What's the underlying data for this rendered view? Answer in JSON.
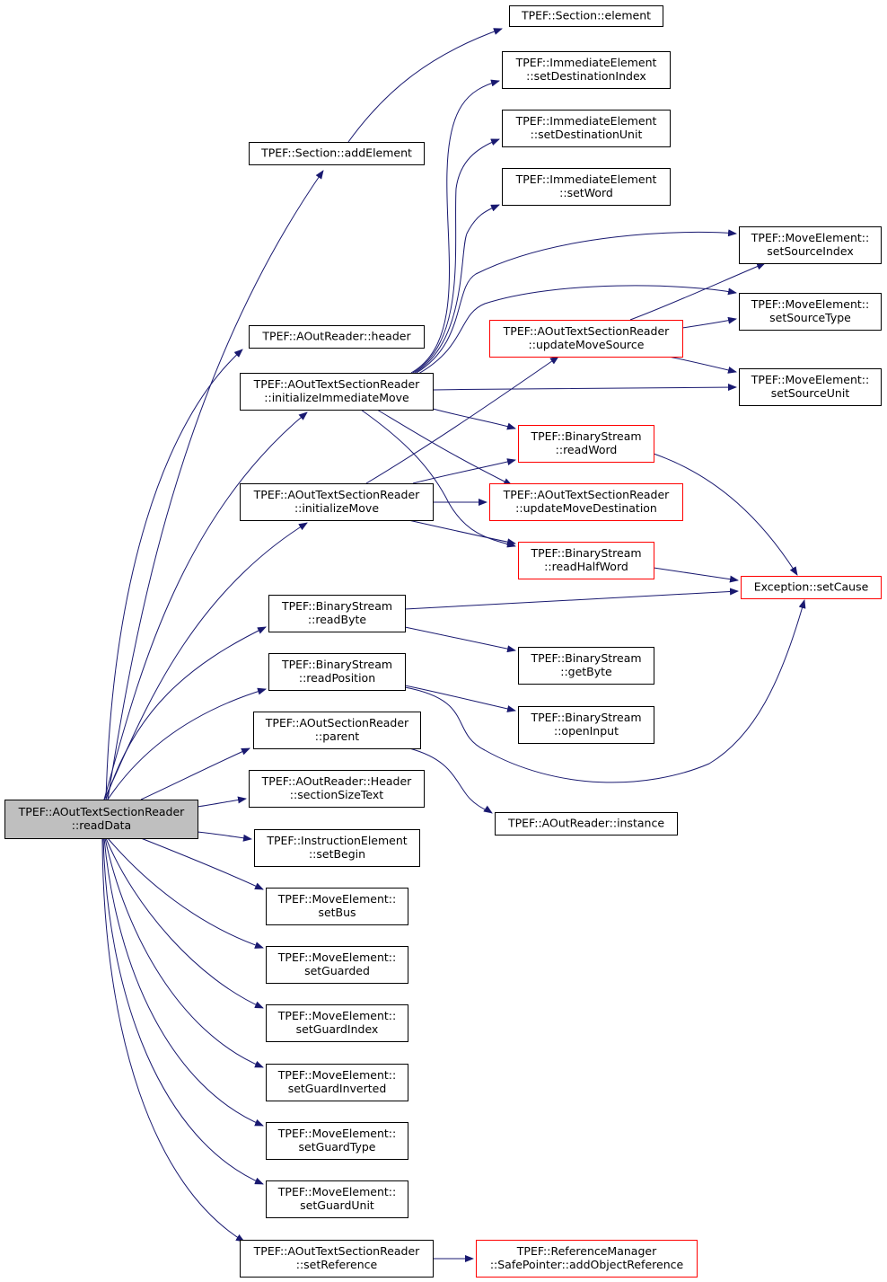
{
  "graph": {
    "edge_color": "#191970",
    "root_fill": "#bfbfbf",
    "nodes": [
      {
        "id": "root",
        "lines": [
          "TPEF::AOutTextSectionReader",
          "::readData"
        ],
        "style": "root"
      },
      {
        "id": "section_element",
        "lines": [
          "TPEF::Section::element"
        ],
        "style": "black"
      },
      {
        "id": "section_addElement",
        "lines": [
          "TPEF::Section::addElement"
        ],
        "style": "black"
      },
      {
        "id": "imm_setDestIndex",
        "lines": [
          "TPEF::ImmediateElement",
          "::setDestinationIndex"
        ],
        "style": "black"
      },
      {
        "id": "imm_setDestUnit",
        "lines": [
          "TPEF::ImmediateElement",
          "::setDestinationUnit"
        ],
        "style": "black"
      },
      {
        "id": "imm_setWord",
        "lines": [
          "TPEF::ImmediateElement",
          "::setWord"
        ],
        "style": "black"
      },
      {
        "id": "move_setSourceIndex",
        "lines": [
          "TPEF::MoveElement::",
          "setSourceIndex"
        ],
        "style": "black"
      },
      {
        "id": "move_setSourceType",
        "lines": [
          "TPEF::MoveElement::",
          "setSourceType"
        ],
        "style": "black"
      },
      {
        "id": "move_setSourceUnit",
        "lines": [
          "TPEF::MoveElement::",
          "setSourceUnit"
        ],
        "style": "black"
      },
      {
        "id": "aout_header",
        "lines": [
          "TPEF::AOutReader::header"
        ],
        "style": "black"
      },
      {
        "id": "initImmMove",
        "lines": [
          "TPEF::AOutTextSectionReader",
          "::initializeImmediateMove"
        ],
        "style": "black"
      },
      {
        "id": "updateMoveSource",
        "lines": [
          "TPEF::AOutTextSectionReader",
          "::updateMoveSource"
        ],
        "style": "red"
      },
      {
        "id": "bs_readWord",
        "lines": [
          "TPEF::BinaryStream",
          "::readWord"
        ],
        "style": "red"
      },
      {
        "id": "initMove",
        "lines": [
          "TPEF::AOutTextSectionReader",
          "::initializeMove"
        ],
        "style": "black"
      },
      {
        "id": "updateMoveDest",
        "lines": [
          "TPEF::AOutTextSectionReader",
          "::updateMoveDestination"
        ],
        "style": "red"
      },
      {
        "id": "bs_readHalfWord",
        "lines": [
          "TPEF::BinaryStream",
          "::readHalfWord"
        ],
        "style": "red"
      },
      {
        "id": "exc_setCause",
        "lines": [
          "Exception::setCause"
        ],
        "style": "red"
      },
      {
        "id": "bs_readByte",
        "lines": [
          "TPEF::BinaryStream",
          "::readByte"
        ],
        "style": "black"
      },
      {
        "id": "bs_getByte",
        "lines": [
          "TPEF::BinaryStream",
          "::getByte"
        ],
        "style": "black"
      },
      {
        "id": "bs_readPosition",
        "lines": [
          "TPEF::BinaryStream",
          "::readPosition"
        ],
        "style": "black"
      },
      {
        "id": "bs_openInput",
        "lines": [
          "TPEF::BinaryStream",
          "::openInput"
        ],
        "style": "black"
      },
      {
        "id": "aoutsec_parent",
        "lines": [
          "TPEF::AOutSectionReader",
          "::parent"
        ],
        "style": "black"
      },
      {
        "id": "aout_instance",
        "lines": [
          "TPEF::AOutReader::instance"
        ],
        "style": "black"
      },
      {
        "id": "hdr_sectionSizeText",
        "lines": [
          "TPEF::AOutReader::Header",
          "::sectionSizeText"
        ],
        "style": "black"
      },
      {
        "id": "instr_setBegin",
        "lines": [
          "TPEF::InstructionElement",
          "::setBegin"
        ],
        "style": "black"
      },
      {
        "id": "move_setBus",
        "lines": [
          "TPEF::MoveElement::",
          "setBus"
        ],
        "style": "black"
      },
      {
        "id": "move_setGuarded",
        "lines": [
          "TPEF::MoveElement::",
          "setGuarded"
        ],
        "style": "black"
      },
      {
        "id": "move_setGuardIndex",
        "lines": [
          "TPEF::MoveElement::",
          "setGuardIndex"
        ],
        "style": "black"
      },
      {
        "id": "move_setGuardInverted",
        "lines": [
          "TPEF::MoveElement::",
          "setGuardInverted"
        ],
        "style": "black"
      },
      {
        "id": "move_setGuardType",
        "lines": [
          "TPEF::MoveElement::",
          "setGuardType"
        ],
        "style": "black"
      },
      {
        "id": "move_setGuardUnit",
        "lines": [
          "TPEF::MoveElement::",
          "setGuardUnit"
        ],
        "style": "black"
      },
      {
        "id": "setReference",
        "lines": [
          "TPEF::AOutTextSectionReader",
          "::setReference"
        ],
        "style": "black"
      },
      {
        "id": "refmgr_addObjRef",
        "lines": [
          "TPEF::ReferenceManager",
          "::SafePointer::addObjectReference"
        ],
        "style": "red"
      }
    ],
    "edges": [
      [
        "root",
        "section_addElement"
      ],
      [
        "section_addElement",
        "section_element"
      ],
      [
        "root",
        "aout_header"
      ],
      [
        "root",
        "initImmMove"
      ],
      [
        "initImmMove",
        "imm_setDestIndex"
      ],
      [
        "initImmMove",
        "imm_setDestUnit"
      ],
      [
        "initImmMove",
        "imm_setWord"
      ],
      [
        "initImmMove",
        "move_setSourceIndex"
      ],
      [
        "initImmMove",
        "move_setSourceType"
      ],
      [
        "initImmMove",
        "move_setSourceUnit"
      ],
      [
        "initImmMove",
        "bs_readWord"
      ],
      [
        "initImmMove",
        "updateMoveDest"
      ],
      [
        "initImmMove",
        "bs_readHalfWord"
      ],
      [
        "updateMoveSource",
        "move_setSourceIndex"
      ],
      [
        "updateMoveSource",
        "move_setSourceType"
      ],
      [
        "updateMoveSource",
        "move_setSourceUnit"
      ],
      [
        "root",
        "initMove"
      ],
      [
        "initMove",
        "updateMoveSource"
      ],
      [
        "initMove",
        "bs_readWord"
      ],
      [
        "initMove",
        "updateMoveDest"
      ],
      [
        "initMove",
        "bs_readHalfWord"
      ],
      [
        "bs_readWord",
        "exc_setCause"
      ],
      [
        "bs_readHalfWord",
        "exc_setCause"
      ],
      [
        "root",
        "bs_readByte"
      ],
      [
        "bs_readByte",
        "exc_setCause"
      ],
      [
        "bs_readByte",
        "bs_getByte"
      ],
      [
        "root",
        "bs_readPosition"
      ],
      [
        "bs_readPosition",
        "bs_openInput"
      ],
      [
        "bs_readPosition",
        "exc_setCause"
      ],
      [
        "root",
        "aoutsec_parent"
      ],
      [
        "aoutsec_parent",
        "aout_instance"
      ],
      [
        "root",
        "hdr_sectionSizeText"
      ],
      [
        "root",
        "instr_setBegin"
      ],
      [
        "root",
        "move_setBus"
      ],
      [
        "root",
        "move_setGuarded"
      ],
      [
        "root",
        "move_setGuardIndex"
      ],
      [
        "root",
        "move_setGuardInverted"
      ],
      [
        "root",
        "move_setGuardType"
      ],
      [
        "root",
        "move_setGuardUnit"
      ],
      [
        "root",
        "setReference"
      ],
      [
        "setReference",
        "refmgr_addObjRef"
      ]
    ]
  }
}
